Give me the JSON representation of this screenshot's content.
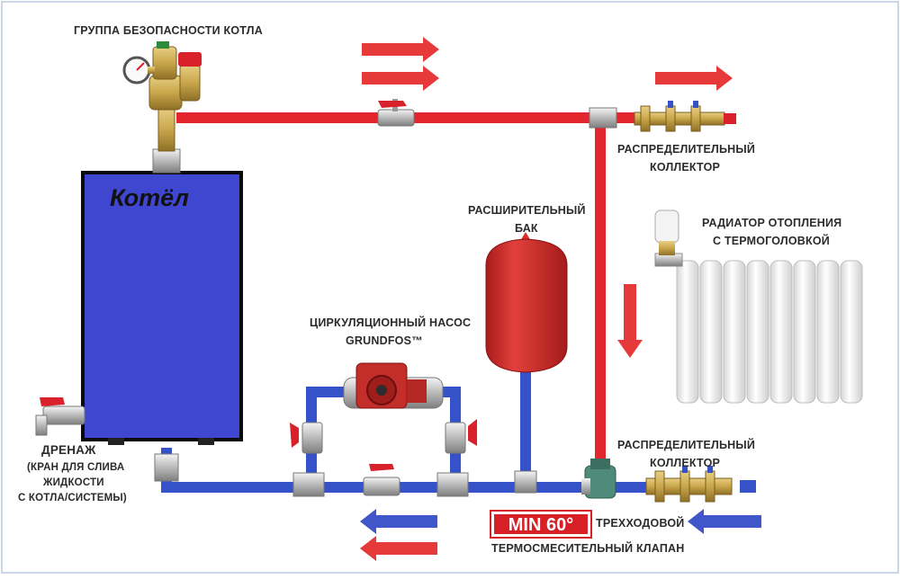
{
  "colors": {
    "supply_pipe": "#e3262d",
    "return_pipe": "#3552c9",
    "boiler_fill": "#3f47d0",
    "brass": "#c9a64b",
    "valve_handle": "#d8212b",
    "badge": "#d71f26",
    "expansion_tank": "#d92f2a",
    "radiator": "#f2f2f2"
  },
  "icons": [
    "pressure-gauge-icon",
    "ball-valve-icon",
    "circulation-pump-icon",
    "expansion-tank-icon",
    "radiator-icon",
    "thermostatic-head-icon",
    "three-way-valve-icon",
    "flow-arrow-icon"
  ],
  "labels": {
    "safety_group": "ГРУППА БЕЗОПАСНОСТИ КОТЛА",
    "boiler": "Котёл",
    "collector_top": [
      "РАСПРЕДЕЛИТЕЛЬНЫЙ",
      "КОЛЛЕКТОР"
    ],
    "expansion_tank": [
      "РАСШИРИТЕЛЬНЫЙ",
      "БАК"
    ],
    "radiator": [
      "РАДИАТОР ОТОПЛЕНИЯ",
      "С ТЕРМОГОЛОВКОЙ"
    ],
    "pump": [
      "ЦИРКУЛЯЦИОННЫЙ НАСОС",
      "GRUNDFOS™"
    ],
    "drain": [
      "ДРЕНАЖ",
      "(КРАН ДЛЯ СЛИВА",
      "ЖИДКОСТИ",
      "С КОТЛА/СИСТЕМЫ)"
    ],
    "collector_bottom": [
      "РАСПРЕДЕЛИТЕЛЬНЫЙ",
      "КОЛЛЕКТОР"
    ],
    "min_badge": "MIN 60°",
    "mixing_valve": [
      "ТРЕХХОДОВОЙ",
      "ТЕРМОСМЕСИТЕЛЬНЫЙ КЛАПАН"
    ]
  }
}
